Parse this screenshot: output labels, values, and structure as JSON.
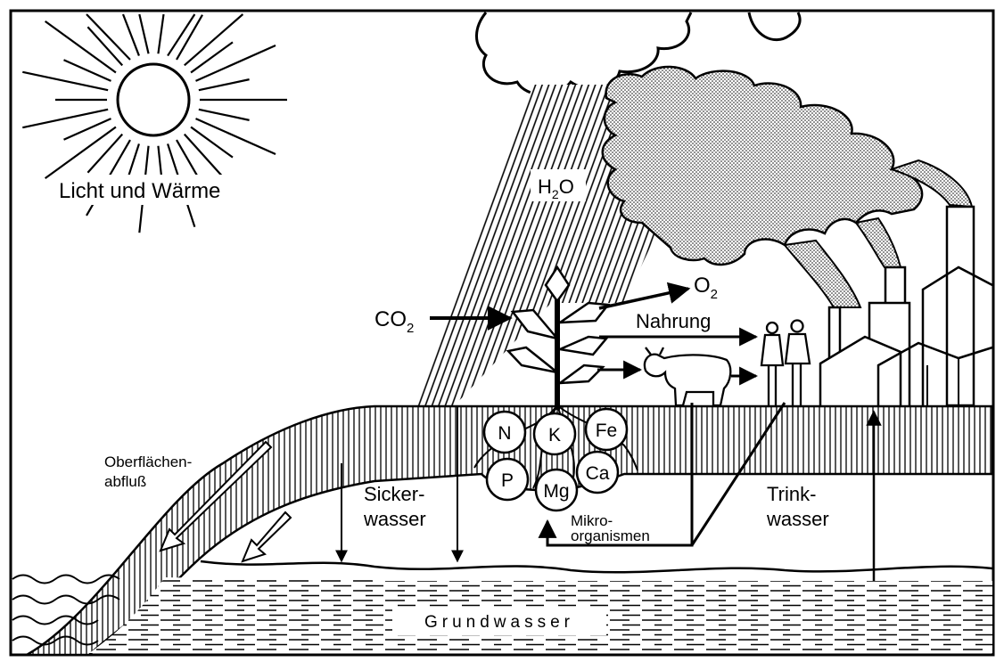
{
  "labels": {
    "sun": "Licht und Wärme",
    "water": "H",
    "water_sub": "2",
    "water_tail": "O",
    "co2": "CO",
    "co2_sub": "2",
    "o2": "O",
    "o2_sub": "2",
    "food": "Nahrung",
    "runoff_line1": "Oberflächen-",
    "runoff_line2": "abfluß",
    "seepage_line1": "Sicker-",
    "seepage_line2": "wasser",
    "drinking_line1": "Trink-",
    "drinking_line2": "wasser",
    "microbes_line1": "Mikro-",
    "microbes_line2": "organismen",
    "groundwater": "Grundwasser"
  },
  "nutrients": [
    "N",
    "K",
    "Fe",
    "P",
    "Mg",
    "Ca"
  ]
}
